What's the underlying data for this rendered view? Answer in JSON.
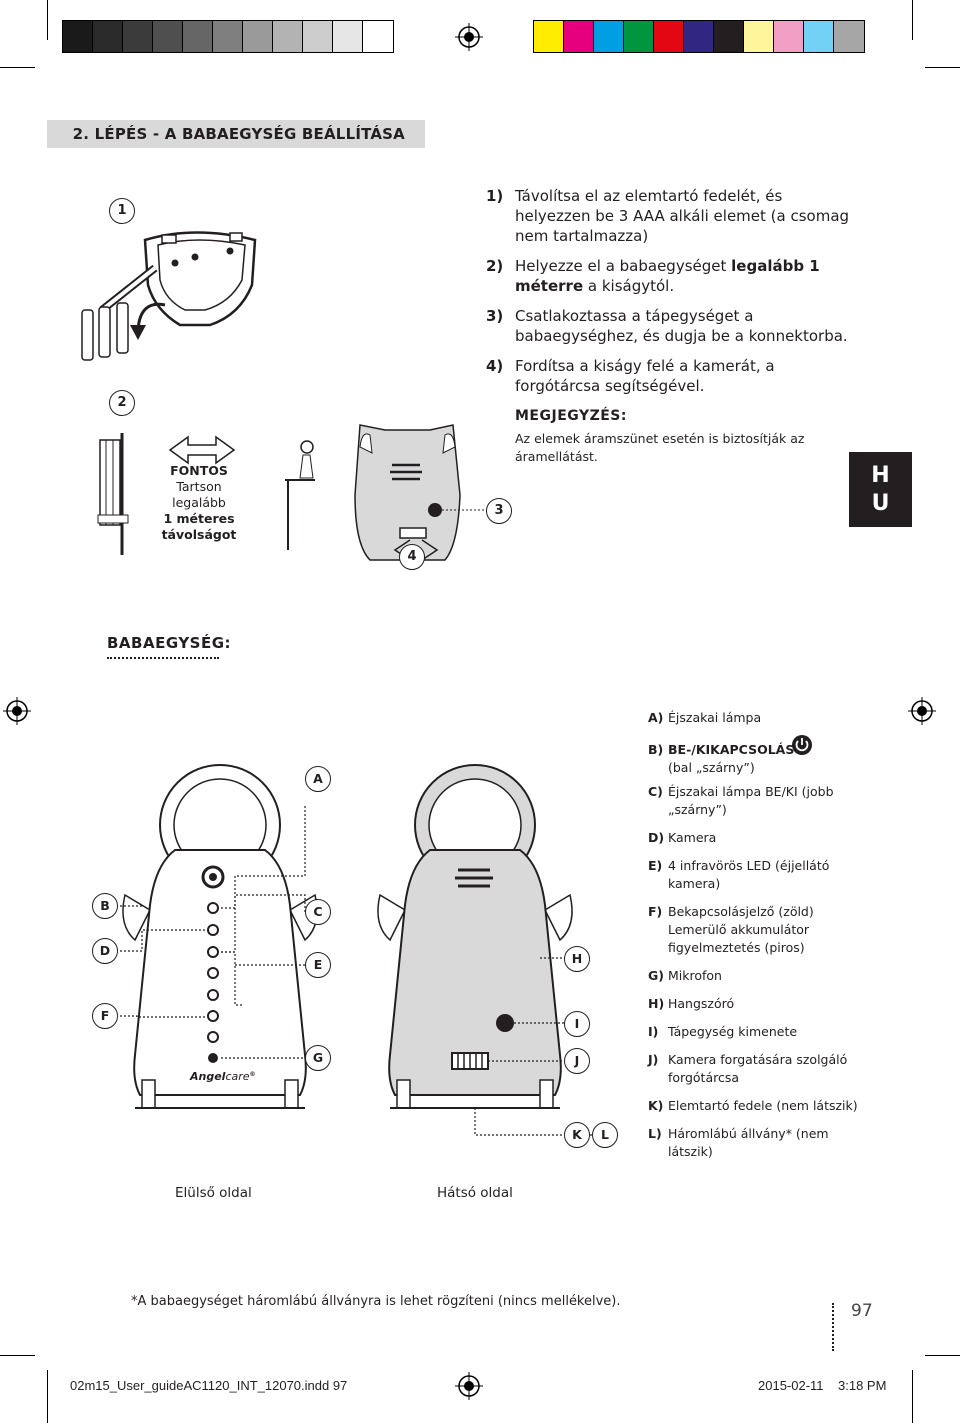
{
  "colors": {
    "grays": [
      "#1a1a1a",
      "#2a2a2a",
      "#3b3b3b",
      "#4f4f4f",
      "#666666",
      "#7f7f7f",
      "#9a9a9a",
      "#b3b3b3",
      "#cccccc",
      "#e6e6e6",
      "#ffffff"
    ],
    "process": [
      "#ffed00",
      "#e6007e",
      "#009fe3",
      "#00963f",
      "#e30613",
      "#312783",
      "#231f20",
      "#fff59b",
      "#f29fc5",
      "#74d1f6",
      "#a6a6a6"
    ],
    "header_bg": "#d9d9da",
    "tab_bg": "#231f20"
  },
  "header": {
    "title": "2. LÉPÉS - A BABAEGYSÉG BEÁLLÍTÁSA"
  },
  "figure_labels": {
    "one": "1",
    "two": "2",
    "three": "3",
    "four": "4"
  },
  "important": {
    "line1": "FONTOS",
    "line2": "Tartson",
    "line3": "legalább",
    "line4": "1 méteres",
    "line5": "távolságot"
  },
  "steps": [
    {
      "num": "1)",
      "text": "Távolítsa el az elemtartó fedelét, és helyezzen be 3 AAA alkáli elemet (a csomag nem tartalmazza)"
    },
    {
      "num": "2)",
      "text_pre": "Helyezze el a babaegységet ",
      "text_bold": "legalább 1 méterre",
      "text_post": " a kiságytól."
    },
    {
      "num": "3)",
      "text": "Csatlakoztassa a tápegységet a babaegységhez, és dugja be a konnektorba."
    },
    {
      "num": "4)",
      "text": "Fordítsa a kiságy felé a kamerát, a forgótárcsa segítségével."
    }
  ],
  "note": {
    "title": "MEGJEGYZÉS:",
    "text": "Az elemek áramszünet esetén is biztosítják az áramellátást."
  },
  "lang_tab": {
    "line1": "H",
    "line2": "U"
  },
  "section": {
    "title": "BABAEGYSÉG:"
  },
  "callouts": {
    "A": "A",
    "B": "B",
    "C": "C",
    "D": "D",
    "E": "E",
    "F": "F",
    "G": "G",
    "H": "H",
    "I": "I",
    "J": "J",
    "K": "K",
    "L": "L"
  },
  "brand": {
    "name_bold": "Angel",
    "name_italic": "care",
    "reg": "®"
  },
  "legend": [
    {
      "key": "A)",
      "text": "Éjszakai lámpa"
    },
    {
      "key": "B)",
      "text_bold": "BE-/KIKAPCSOLÁS",
      "text": "(bal „szárny”)"
    },
    {
      "key": "C)",
      "text": "Éjszakai lámpa BE/KI (jobb „szárny”)"
    },
    {
      "key": "D)",
      "text": "Kamera"
    },
    {
      "key": "E)",
      "text": "4 infravörös LED (éjjellátó kamera)"
    },
    {
      "key": "F)",
      "text": "Bekapcsolásjelző (zöld) Lemerülő akkumulátor figyelmeztetés (piros)"
    },
    {
      "key": "G)",
      "text": "Mikrofon"
    },
    {
      "key": "H)",
      "text": "Hangszóró"
    },
    {
      "key": "I)",
      "text": "Tápegység kimenete"
    },
    {
      "key": "J)",
      "text": "Kamera forgatására szolgáló forgótárcsa"
    },
    {
      "key": "K)",
      "text": "Elemtartó fedele (nem látszik)"
    },
    {
      "key": "L)",
      "text": "Háromlábú állvány* (nem látszik)"
    }
  ],
  "captions": {
    "front": "Elülső oldal",
    "back": "Hátsó oldal"
  },
  "footnote": "*A babaegységet háromlábú állványra is lehet rögzíteni (nincs mellékelve).",
  "page_number": "97",
  "footer": {
    "file": "02m15_User_guideAC1120_INT_12070.indd   97",
    "date": "2015-02-11",
    "time": "3:18 PM"
  }
}
